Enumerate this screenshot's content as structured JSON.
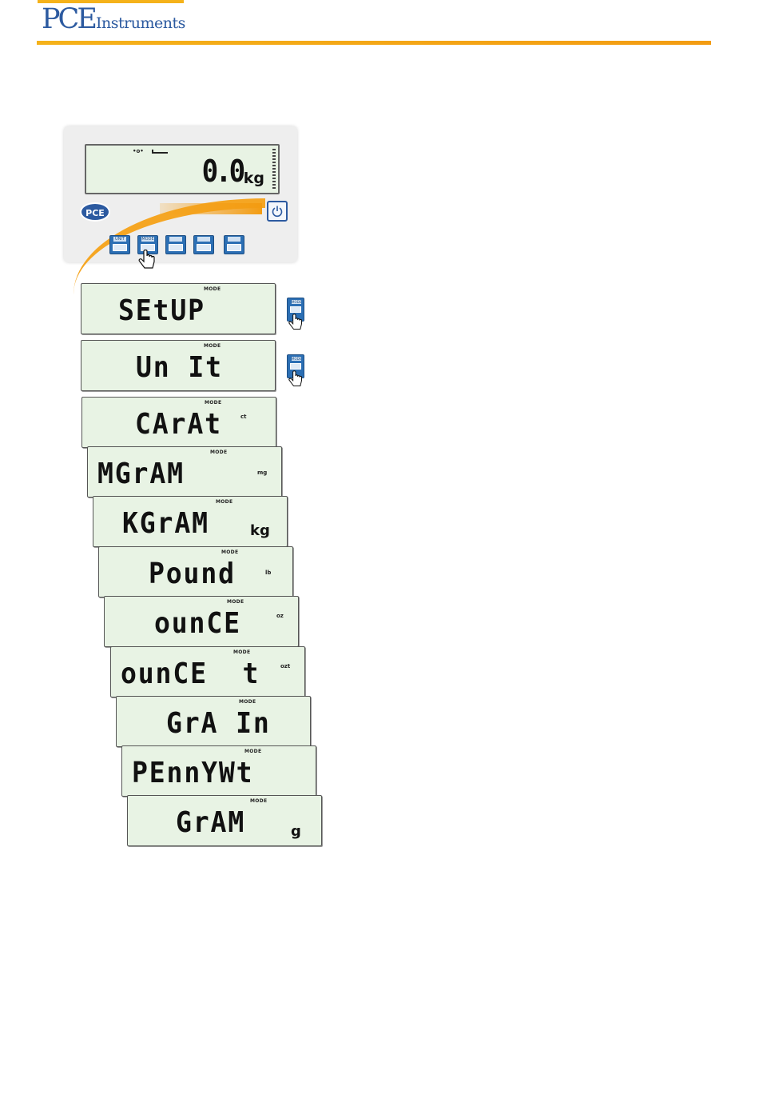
{
  "header": {
    "brand_short": "PCE",
    "brand_word": "Instruments"
  },
  "scale": {
    "reading": "0.0",
    "unit": "kg",
    "logo": "PCE",
    "keys": [
      "UNIT",
      "MODE",
      "",
      "",
      ""
    ],
    "icons": [
      "power-icon",
      "pointing-hand-icon"
    ]
  },
  "displays": [
    {
      "word": "SEtUP",
      "mode": "MODE",
      "unit": ""
    },
    {
      "word": "Un It",
      "mode": "MODE",
      "unit": ""
    },
    {
      "word": "CArAt",
      "mode": "MODE",
      "unit": "ct"
    },
    {
      "word": "MGrAM",
      "mode": "MODE",
      "unit": "mg"
    },
    {
      "word": "KGrAM",
      "mode": "MODE",
      "unit": "kg"
    },
    {
      "word": "Pound",
      "mode": "MODE",
      "unit": "lb"
    },
    {
      "word": "ounCE",
      "mode": "MODE",
      "unit": "oz"
    },
    {
      "word": "ounCE  t",
      "mode": "MODE",
      "unit": "ozt"
    },
    {
      "word": "GrA In",
      "mode": "MODE",
      "unit": ""
    },
    {
      "word": "PEnnYWt",
      "mode": "MODE",
      "unit": ""
    },
    {
      "word": "GrAM",
      "mode": "MODE",
      "unit": "g"
    }
  ],
  "colors": {
    "accent": "#f5b21a",
    "brand_blue": "#2c5aa0",
    "lcd_bg": "#e8f3e4",
    "key_blue": "#2c6fb4"
  }
}
